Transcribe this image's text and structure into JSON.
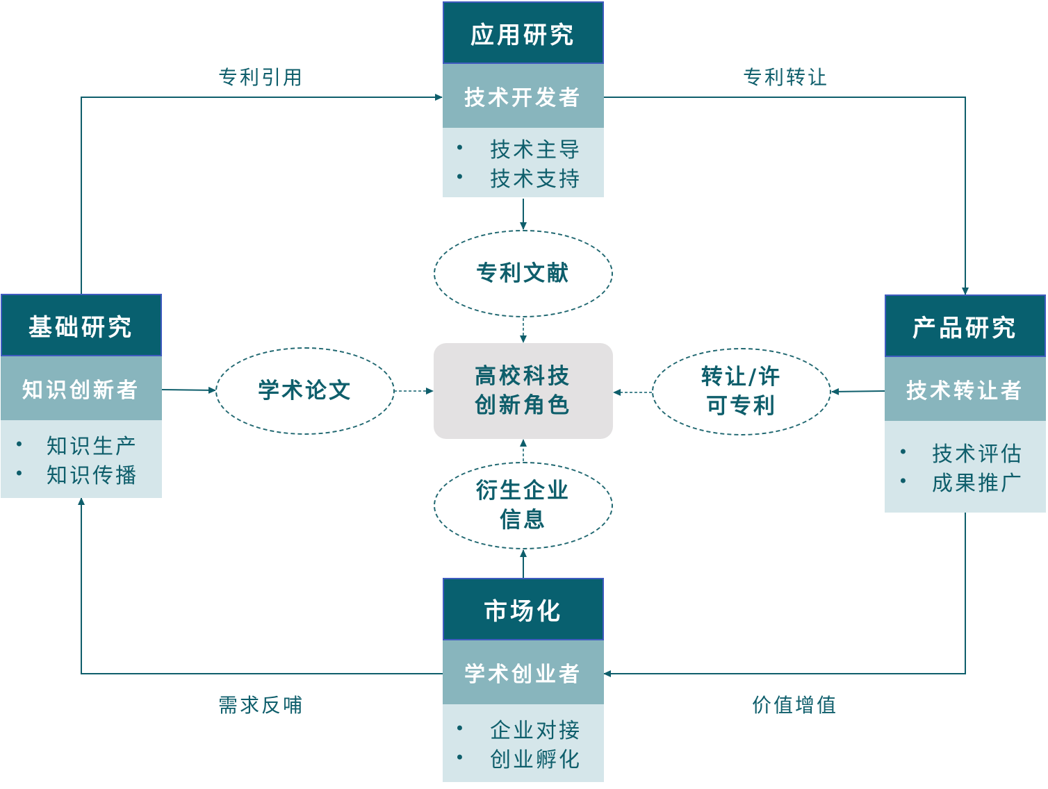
{
  "boxes": {
    "applied": {
      "title": "应用研究",
      "role": "技术开发者",
      "items": [
        "技术主导",
        "技术支持"
      ]
    },
    "basic": {
      "title": "基础研究",
      "role": "知识创新者",
      "items": [
        "知识生产",
        "知识传播"
      ]
    },
    "product": {
      "title": "产品研究",
      "role": "技术转让者",
      "items": [
        "技术评估",
        "成果推广"
      ]
    },
    "market": {
      "title": "市场化",
      "role": "学术创业者",
      "items": [
        "企业对接",
        "创业孵化"
      ]
    }
  },
  "ellipses": {
    "patent_docs": [
      "专利文献"
    ],
    "papers": [
      "学术论文"
    ],
    "transfer_license": [
      "转让/许",
      "可专利"
    ],
    "spinoff": [
      "衍生企业",
      "信息"
    ]
  },
  "center": [
    "高校科技",
    "创新角色"
  ],
  "edge_labels": {
    "patent_citation": "专利引用",
    "patent_transfer": "专利转让",
    "demand_feedback": "需求反哺",
    "value_added": "价值增值"
  },
  "bullet": "•",
  "colors": {
    "header": "#08606f",
    "role": "#88b5bd",
    "list": "#d5e6ea",
    "line": "#0e5e6b",
    "center": "#e3e1e2"
  }
}
